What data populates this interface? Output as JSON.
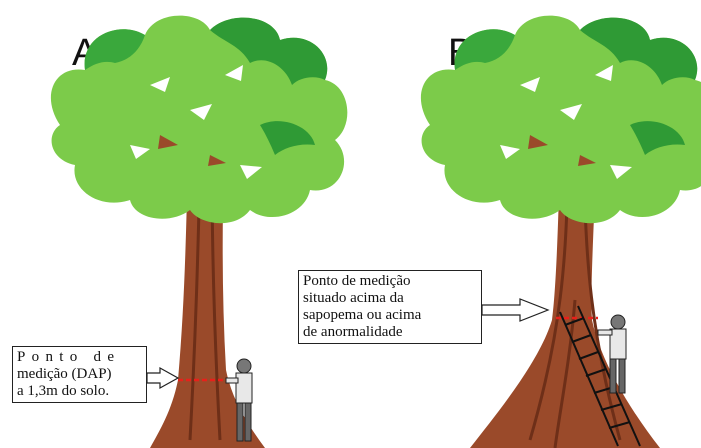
{
  "panels": {
    "a": {
      "label": "A"
    },
    "b": {
      "label": "B"
    }
  },
  "callout_a": {
    "lines": [
      "Ponto de",
      "medição (DAP)",
      "a 1,3m do solo."
    ]
  },
  "callout_b": {
    "lines": [
      "Ponto de medição",
      "situado acima da",
      "sapopema ou acima",
      "de anormalidade"
    ]
  },
  "colors": {
    "foliage_light": "#7ccb4a",
    "foliage_dark": "#2f9a35",
    "trunk": "#9a4a2a",
    "trunk_shadow": "#6e2f18",
    "measure_line": "#e8201a"
  }
}
